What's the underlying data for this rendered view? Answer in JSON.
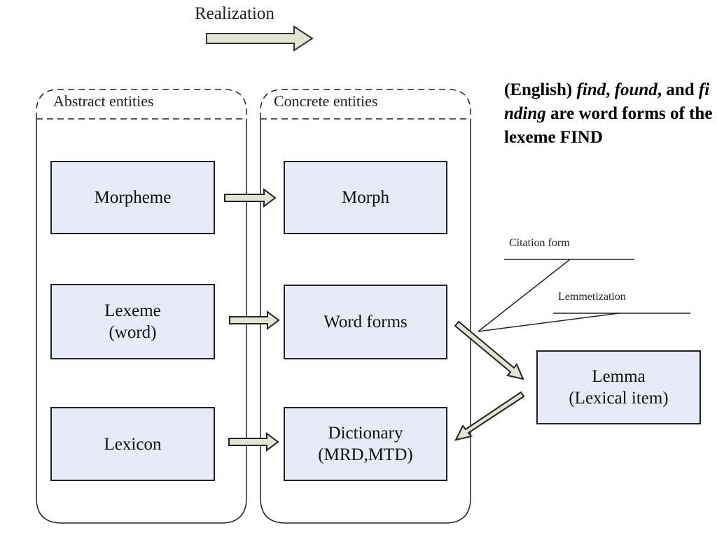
{
  "realization": {
    "label": "Realization"
  },
  "groups": {
    "abstract": {
      "title": "Abstract entities"
    },
    "concrete": {
      "title": "Concrete entities"
    }
  },
  "boxes": {
    "morpheme": {
      "lines": [
        "Morpheme"
      ]
    },
    "lexeme": {
      "lines": [
        "Lexeme",
        "(word)"
      ]
    },
    "lexicon": {
      "lines": [
        "Lexicon"
      ]
    },
    "morph": {
      "lines": [
        "Morph"
      ]
    },
    "word_forms": {
      "lines": [
        "Word forms"
      ]
    },
    "dictionary": {
      "lines": [
        "Dictionary",
        "(MRD,MTD)"
      ]
    },
    "lemma": {
      "lines": [
        "Lemma",
        "(Lexical item)"
      ]
    }
  },
  "labels": {
    "citation_form": "Citation form",
    "lemmatization": "Lemmetization"
  },
  "note": {
    "p1": "(English) ",
    "find": "find",
    "c1": ", ",
    "found": "found",
    "c2": ", and ",
    "finding": "finding",
    "rest": " are word forms of the lexeme FIND"
  },
  "colors": {
    "box_fill": "#e8eaf8",
    "box_stroke": "#222222",
    "arrow_fill": "#e3e5d4"
  }
}
